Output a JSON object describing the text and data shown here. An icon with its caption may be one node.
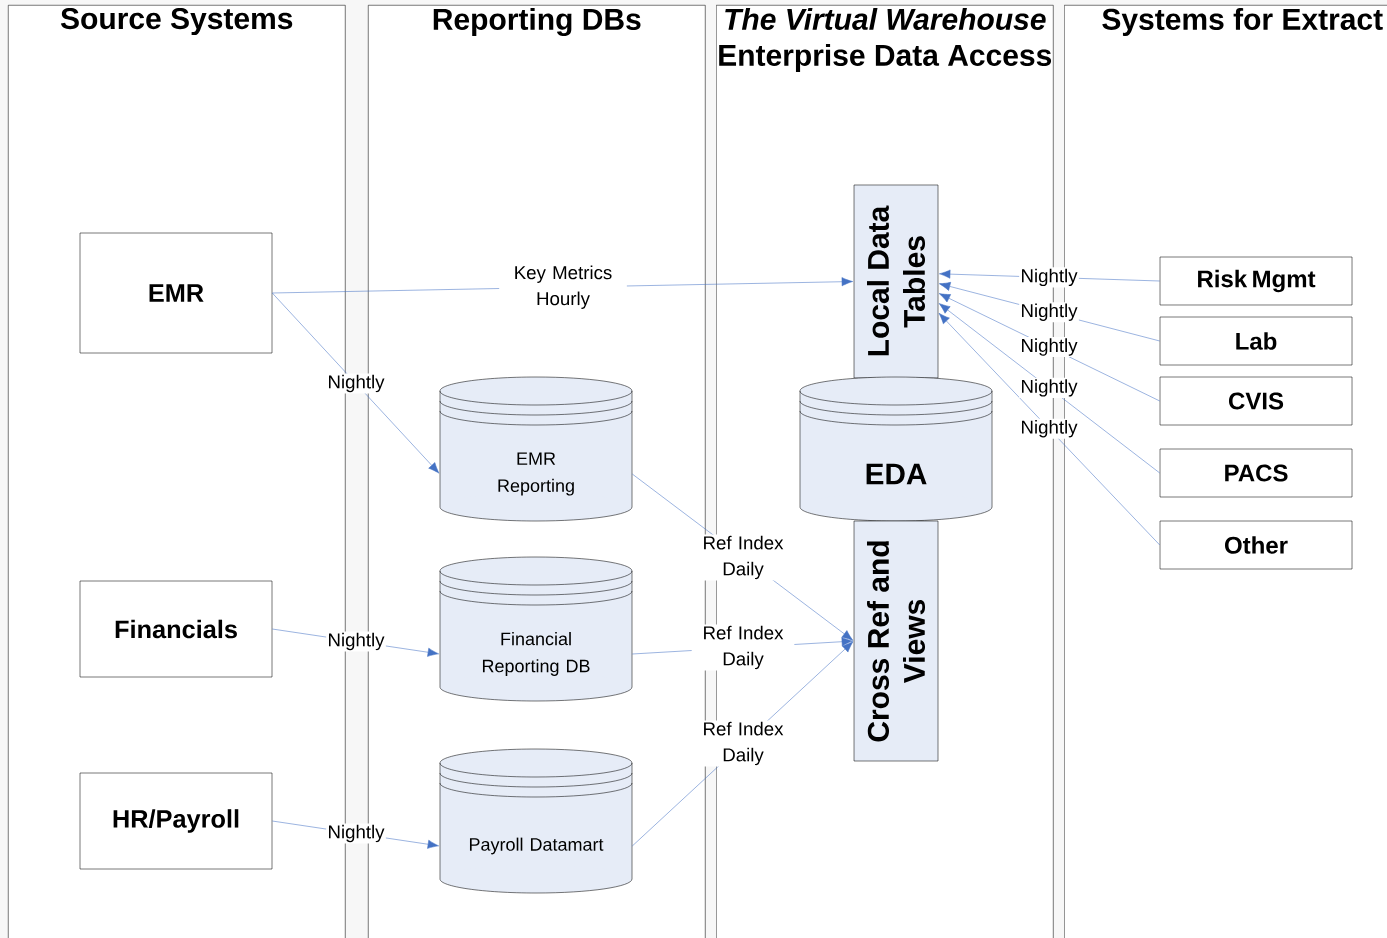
{
  "diagram": {
    "nodes": [
      {
        "text": [
          "Source Systems"
        ]
      },
      {
        "text": [
          "Reporting DBs"
        ]
      },
      {
        "text": [
          "The Virtual Warehouse",
          "Enterprise Data Access"
        ]
      },
      {
        "text": [
          "Systems for Extract"
        ]
      },
      {
        "text": [
          "EMR"
        ],
        "in": 0
      },
      {
        "text": [
          "Financials"
        ],
        "in": 0
      },
      {
        "text": [
          "HR/Payroll"
        ],
        "in": 0
      },
      {
        "text": [
          "EMR Reporting"
        ],
        "in": 1
      },
      {
        "text": [
          "Financial Reporting DB"
        ],
        "in": 1
      },
      {
        "text": [
          "Payroll Datamart"
        ],
        "in": 1
      },
      {
        "text": [
          "Local Data Tables"
        ],
        "in": 2
      },
      {
        "text": [
          "EDA"
        ],
        "in": 2
      },
      {
        "text": [
          "Cross Ref and Views"
        ],
        "in": 2
      },
      {
        "text": [
          "Risk Mgmt"
        ],
        "in": 3
      },
      {
        "text": [
          "Lab"
        ],
        "in": 3
      },
      {
        "text": [
          "CVIS"
        ],
        "in": 3
      },
      {
        "text": [
          "PACS"
        ],
        "in": 3
      },
      {
        "text": [
          "Other"
        ],
        "in": 3
      }
    ],
    "edges": [
      {
        "from": 4,
        "to": 10,
        "arrow": "to",
        "label": "Key Metrics Hourly"
      },
      {
        "from": 4,
        "to": 7,
        "arrow": "to",
        "label": "Nightly"
      },
      {
        "from": 5,
        "to": 8,
        "arrow": "to",
        "label": "Nightly"
      },
      {
        "from": 6,
        "to": 9,
        "arrow": "to",
        "label": "Nightly"
      },
      {
        "from": 7,
        "to": 12,
        "arrow": "to",
        "label": "Ref Index Daily"
      },
      {
        "from": 8,
        "to": 12,
        "arrow": "to",
        "label": "Ref Index Daily"
      },
      {
        "from": 9,
        "to": 12,
        "arrow": "to",
        "label": "Ref Index Daily"
      },
      {
        "from": 13,
        "to": 10,
        "arrow": "to",
        "label": "Nightly"
      },
      {
        "from": 14,
        "to": 10,
        "arrow": "to",
        "label": "Nightly"
      },
      {
        "from": 15,
        "to": 10,
        "arrow": "to",
        "label": "Nightly"
      },
      {
        "from": 16,
        "to": 10,
        "arrow": "to",
        "label": "Nightly"
      },
      {
        "from": 17,
        "to": 10,
        "arrow": "to",
        "label": "Nightly"
      }
    ]
  }
}
